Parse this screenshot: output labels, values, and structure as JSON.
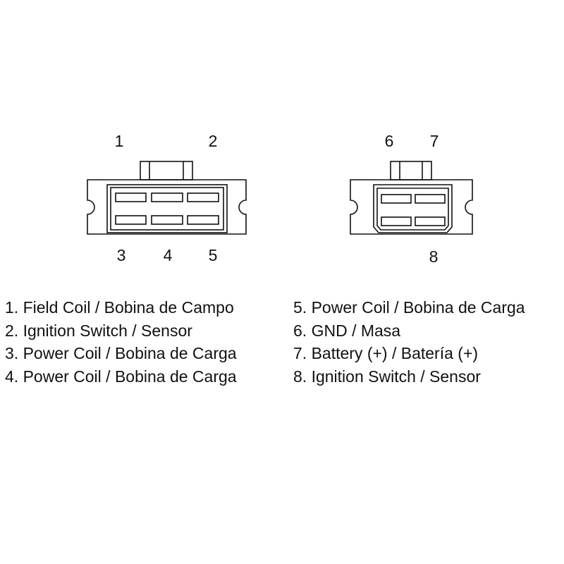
{
  "connectors": [
    {
      "id": "six-pin",
      "pin_labels": [
        "1",
        "2",
        "3",
        "4",
        "5"
      ]
    },
    {
      "id": "four-pin",
      "pin_labels": [
        "6",
        "7",
        "8"
      ]
    }
  ],
  "legend": {
    "left": [
      "1. Field Coil / Bobina de Campo",
      "2. Ignition Switch / Sensor",
      "3. Power Coil / Bobina de Carga",
      "4. Power Coil / Bobina de Carga"
    ],
    "right": [
      "5. Power Coil / Bobina de Carga",
      "6. GND / Masa",
      "7. Battery (+) / Batería (+)",
      "8. Ignition Switch / Sensor"
    ]
  }
}
